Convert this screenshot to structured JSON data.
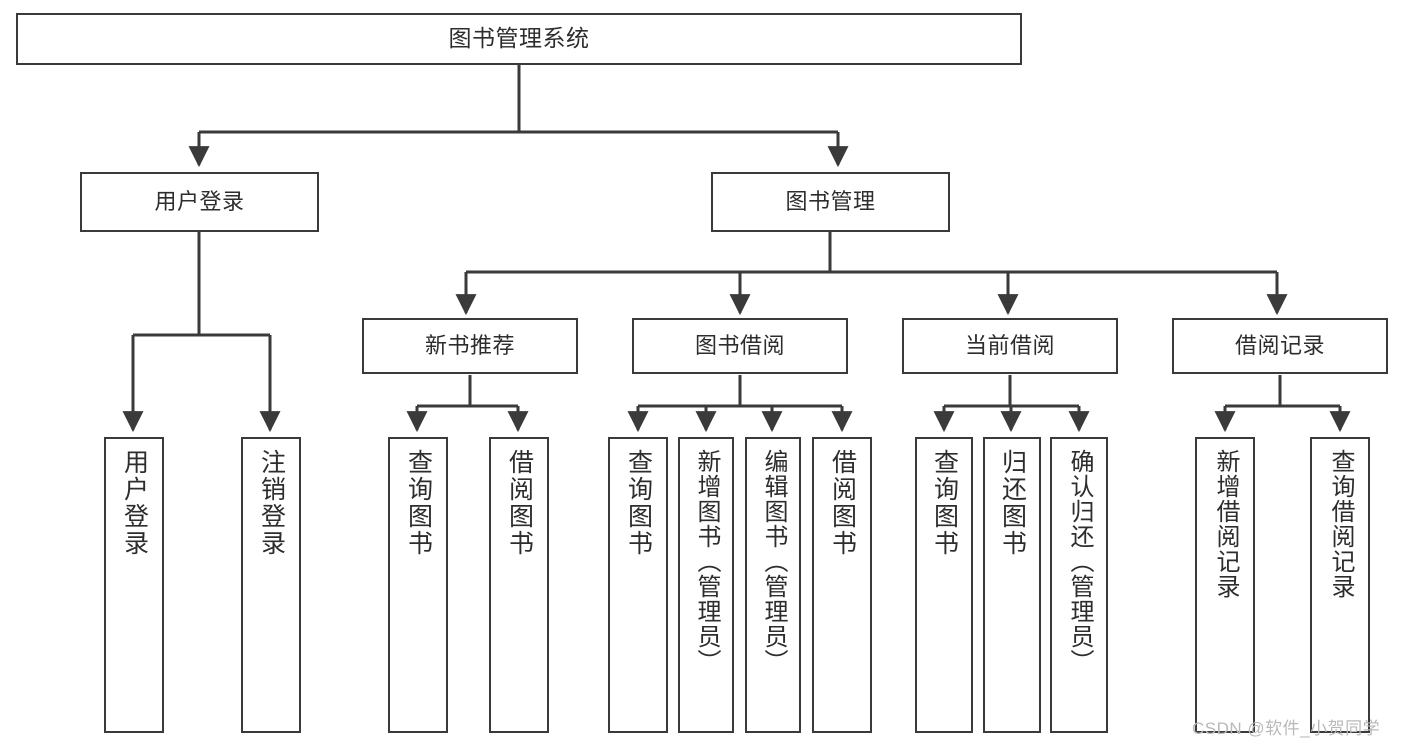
{
  "diagram": {
    "title": "图书管理系统",
    "type": "tree-structure-chart",
    "watermark": "CSDN @软件_小贺同学",
    "colors": {
      "stroke": "#3a3a3a",
      "text": "#2d2d2d",
      "background": "#ffffff",
      "watermark": "#b9b9b9"
    },
    "root": {
      "label": "图书管理系统"
    },
    "level1": [
      {
        "label": "用户登录"
      },
      {
        "label": "图书管理"
      }
    ],
    "level2": [
      {
        "label": "新书推荐"
      },
      {
        "label": "图书借阅"
      },
      {
        "label": "当前借阅"
      },
      {
        "label": "借阅记录"
      }
    ],
    "leaves": {
      "user_login": [
        {
          "label": "用户登录"
        },
        {
          "label": "注销登录"
        }
      ],
      "new_book_recommend": [
        {
          "label": "查询图书"
        },
        {
          "label": "借阅图书"
        }
      ],
      "book_borrow": [
        {
          "label": "查询图书"
        },
        {
          "label": "新增图书（管理员）"
        },
        {
          "label": "编辑图书（管理员）"
        },
        {
          "label": "借阅图书"
        }
      ],
      "current_borrow": [
        {
          "label": "查询图书"
        },
        {
          "label": "归还图书"
        },
        {
          "label": "确认归还（管理员）"
        }
      ],
      "borrow_records": [
        {
          "label": "新增借阅记录"
        },
        {
          "label": "查询借阅记录"
        }
      ]
    }
  }
}
